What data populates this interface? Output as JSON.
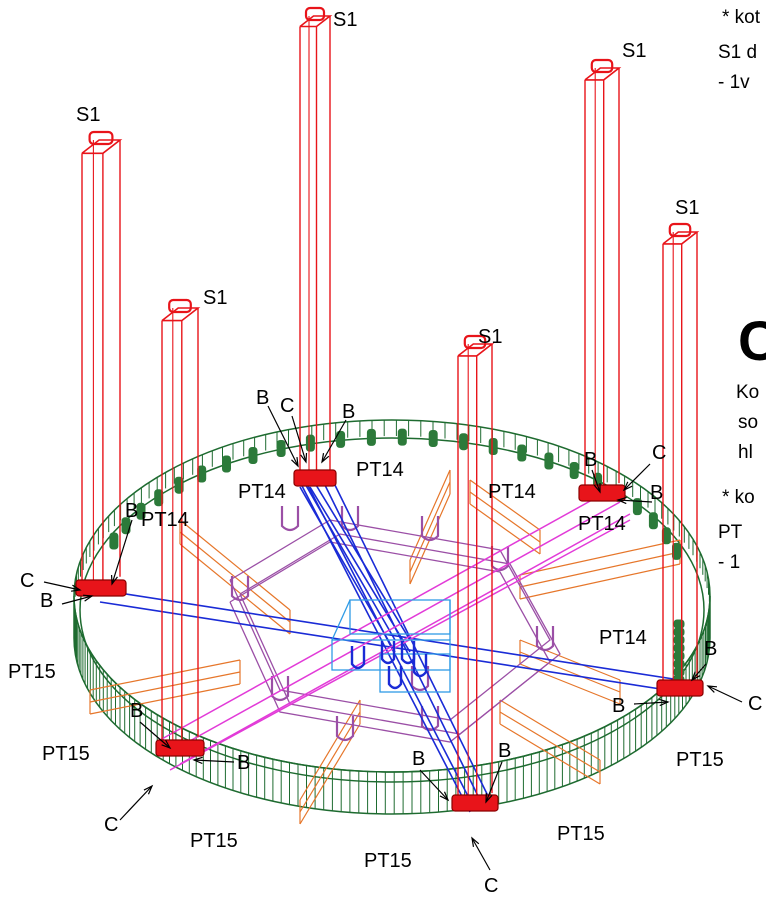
{
  "notes": {
    "top_right_line1": "* kot",
    "top_right_line2": "S1 d",
    "top_right_line3": " - 1v",
    "big_letter": "C",
    "mid_right_line1": "Ko",
    "mid_right_line2": "so",
    "mid_right_line3": "hl",
    "mid_right_line4": "* ko",
    "mid_right_line5": "PT",
    "mid_right_line6": " - 1"
  },
  "labels": {
    "s1": "S1",
    "pt14": "PT14",
    "pt15": "PT15",
    "b": "B",
    "c": "C"
  },
  "colors": {
    "column_red": "#e8141a",
    "ring_green": "#1e6b30",
    "beam_blue": "#1a2bd6",
    "beam_magenta": "#e23bd8",
    "hexagon_purple": "#9b4fa6",
    "radial_orange": "#e6762a",
    "center_cyan": "#2f9be6",
    "anchor_green": "#2c7a3a"
  }
}
